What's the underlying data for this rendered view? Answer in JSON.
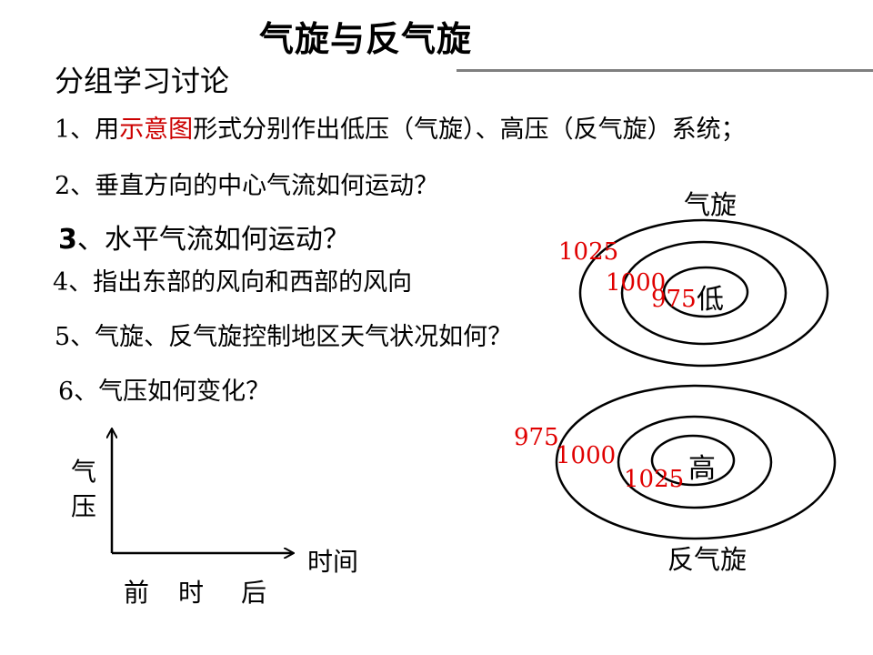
{
  "title": "气旋与反气旋",
  "subtitle": "分组学习讨论",
  "questions": {
    "q1_prefix": "1、用",
    "q1_highlight": "示意图",
    "q1_suffix": "形式分别作出低压（气旋）、高压（反气旋）系统；",
    "q2": "2、垂直方向的中心气流如何运动？",
    "q3_num": "3",
    "q3_text": "、水平气流如何运动？",
    "q4": "4、指出东部的风向和西部的风向",
    "q5": "5、气旋、反气旋控制地区天气状况如何？",
    "q6": "6、气压如何变化？"
  },
  "cyclone": {
    "label": "气旋",
    "center": "低",
    "isobars": [
      "1025",
      "1000",
      "975"
    ]
  },
  "anticyclone": {
    "label": "反气旋",
    "center": "高",
    "isobars": [
      "975",
      "1000",
      "1025"
    ]
  },
  "graph": {
    "y_label_1": "气",
    "y_label_2": "压",
    "x_label": "时间",
    "x_ticks": [
      "前",
      "时",
      "后"
    ]
  },
  "colors": {
    "highlight": "#cc0000",
    "isobar_label": "#e00000",
    "title_rule": "#7f7f7f"
  }
}
